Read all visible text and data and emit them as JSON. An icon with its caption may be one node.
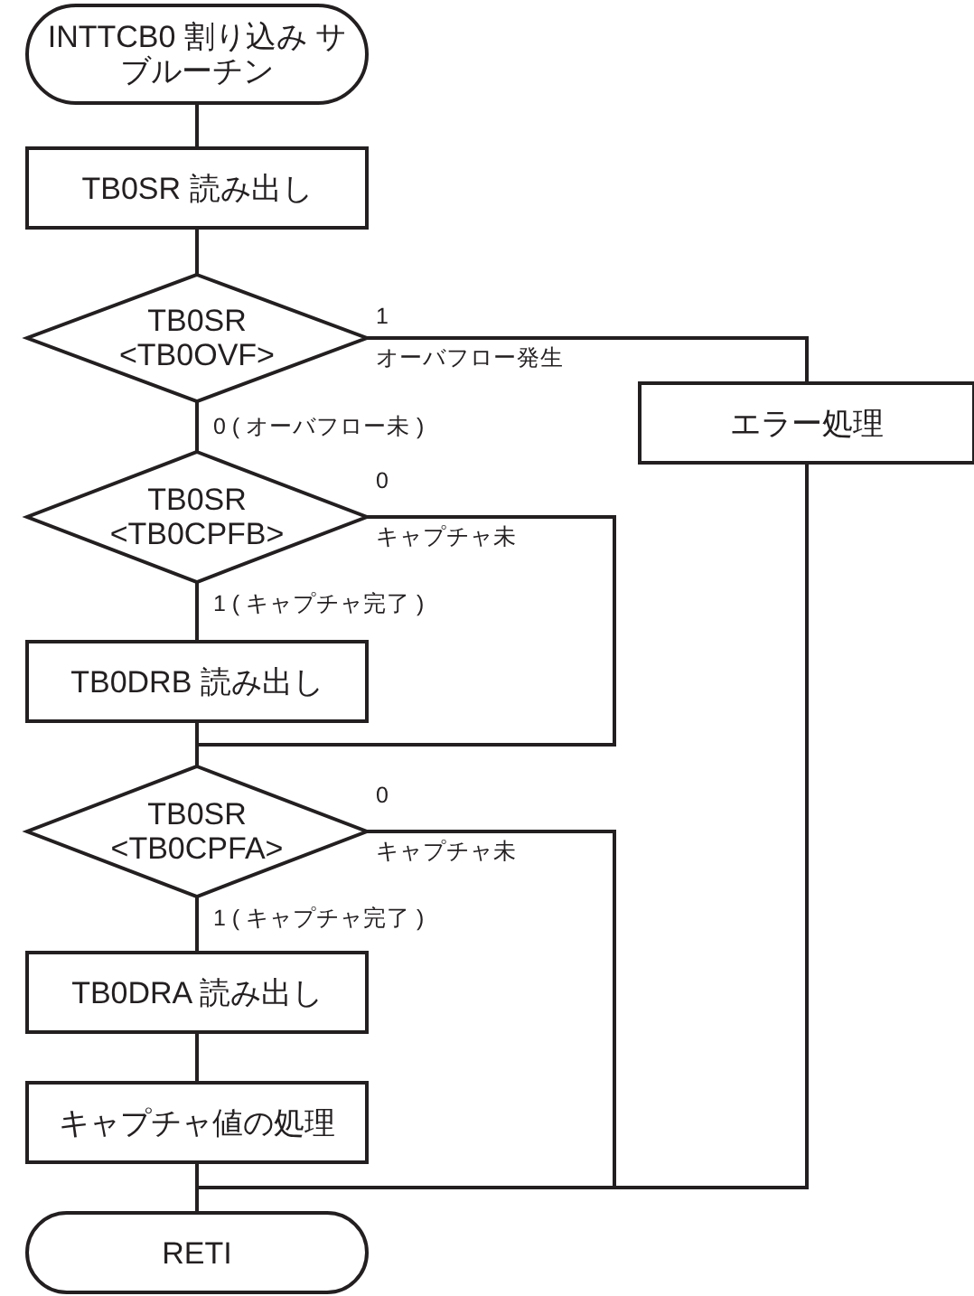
{
  "diagram": {
    "nodes": [
      {
        "text": [
          "INTTCB0 割り込み サブルーチン"
        ]
      },
      {
        "text": [
          "TB0SR 読み出し"
        ]
      },
      {
        "text": [
          "TB0SR <TB0OVF>"
        ]
      },
      {
        "text": [
          "エラー処理"
        ]
      },
      {
        "text": [
          "TB0SR <TB0CPFB>"
        ]
      },
      {
        "text": [
          "TB0DRB 読み出し"
        ]
      },
      {
        "text": [
          "TB0SR <TB0CPFA>"
        ]
      },
      {
        "text": [
          "TB0DRA 読み出し"
        ]
      },
      {
        "text": [
          "キャプチャ値の処理"
        ]
      },
      {
        "text": [
          "RETI"
        ]
      }
    ],
    "edges": [
      {
        "from": 0,
        "to": 1,
        "arrow": "none"
      },
      {
        "from": 1,
        "to": 2,
        "arrow": "none"
      },
      {
        "from": 2,
        "to": 3,
        "arrow": "none",
        "label": "1"
      },
      {
        "from": 2,
        "to": 4,
        "arrow": "none",
        "label": "0 ( オーバフロー未 )"
      },
      {
        "from": 4,
        "to": 5,
        "arrow": "none",
        "label": "1 ( キャプチャ完了 )"
      },
      {
        "from": 4,
        "to": 6,
        "arrow": "none",
        "label": "0"
      },
      {
        "from": 5,
        "to": 6,
        "arrow": "none"
      },
      {
        "from": 6,
        "to": 7,
        "arrow": "none",
        "label": "1 ( キャプチャ完了 )"
      },
      {
        "from": 6,
        "to": 9,
        "arrow": "none",
        "label": "0"
      },
      {
        "from": 7,
        "to": 8,
        "arrow": "none"
      },
      {
        "from": 8,
        "to": 9,
        "arrow": "none"
      },
      {
        "from": 3,
        "to": 9,
        "arrow": "none"
      }
    ],
    "labels": [
      "オーバフロー発生",
      "キャプチャ未",
      "キャプチャ未"
    ]
  }
}
